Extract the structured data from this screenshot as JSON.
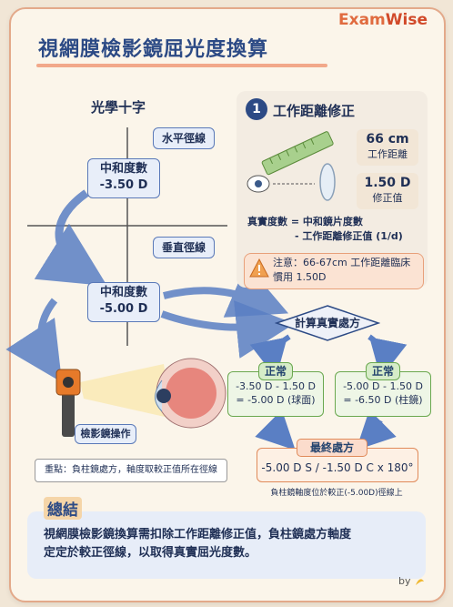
{
  "brand": {
    "exam": "Exam",
    "wise": "Wise"
  },
  "title": "視網膜檢影鏡屈光度換算",
  "cross": {
    "title": "光學十字",
    "horizontal_meridian": "水平徑線",
    "vertical_meridian": "垂直徑線",
    "neutral1_label": "中和度數",
    "neutral1_value": "-3.50 D",
    "neutral2_label": "中和度數",
    "neutral2_value": "-5.00 D"
  },
  "working_distance": {
    "step": "1",
    "title": "工作距離修正",
    "distance_value": "66 cm",
    "distance_label": "工作距離",
    "correction_value": "1.50 D",
    "correction_label": "修正值",
    "formula_line1": "真實度數 = 中和鏡片度數",
    "formula_line2": "- 工作距離修正值 (1/d)",
    "note_line1": "注意：66-67cm 工作距離臨床",
    "note_line2": "慣用 1.50D"
  },
  "calc": {
    "diamond": "計算真實處方",
    "left_tag": "正常",
    "left_line1": "-3.50 D - 1.50 D",
    "left_line2": "= -5.00 D (球面)",
    "right_tag": "正常",
    "right_line1": "-5.00 D - 1.50 D",
    "right_line2": "= -6.50 D (柱鏡)",
    "final_tag": "最終處方",
    "final_value": "-5.00 D S / -1.50 D C x 180°",
    "final_note": "負柱鏡軸度位於較正(-5.00D)徑線上"
  },
  "retinoscope": {
    "label": "檢影鏡操作",
    "key_point": "重點：負柱鏡處方，軸度取較正值所在徑線"
  },
  "summary": {
    "title": "總結",
    "line1": "視網膜檢影鏡換算需扣除工作距離修正值，負柱鏡處方軸度",
    "line2": "定定於較正徑線，以取得真實屈光度數。"
  },
  "footer": {
    "by": "by"
  },
  "colors": {
    "accent": "#2c4a85",
    "orange": "#e06b3f",
    "green": "#6aa84f",
    "blue_arrow": "#5a7fc4"
  }
}
